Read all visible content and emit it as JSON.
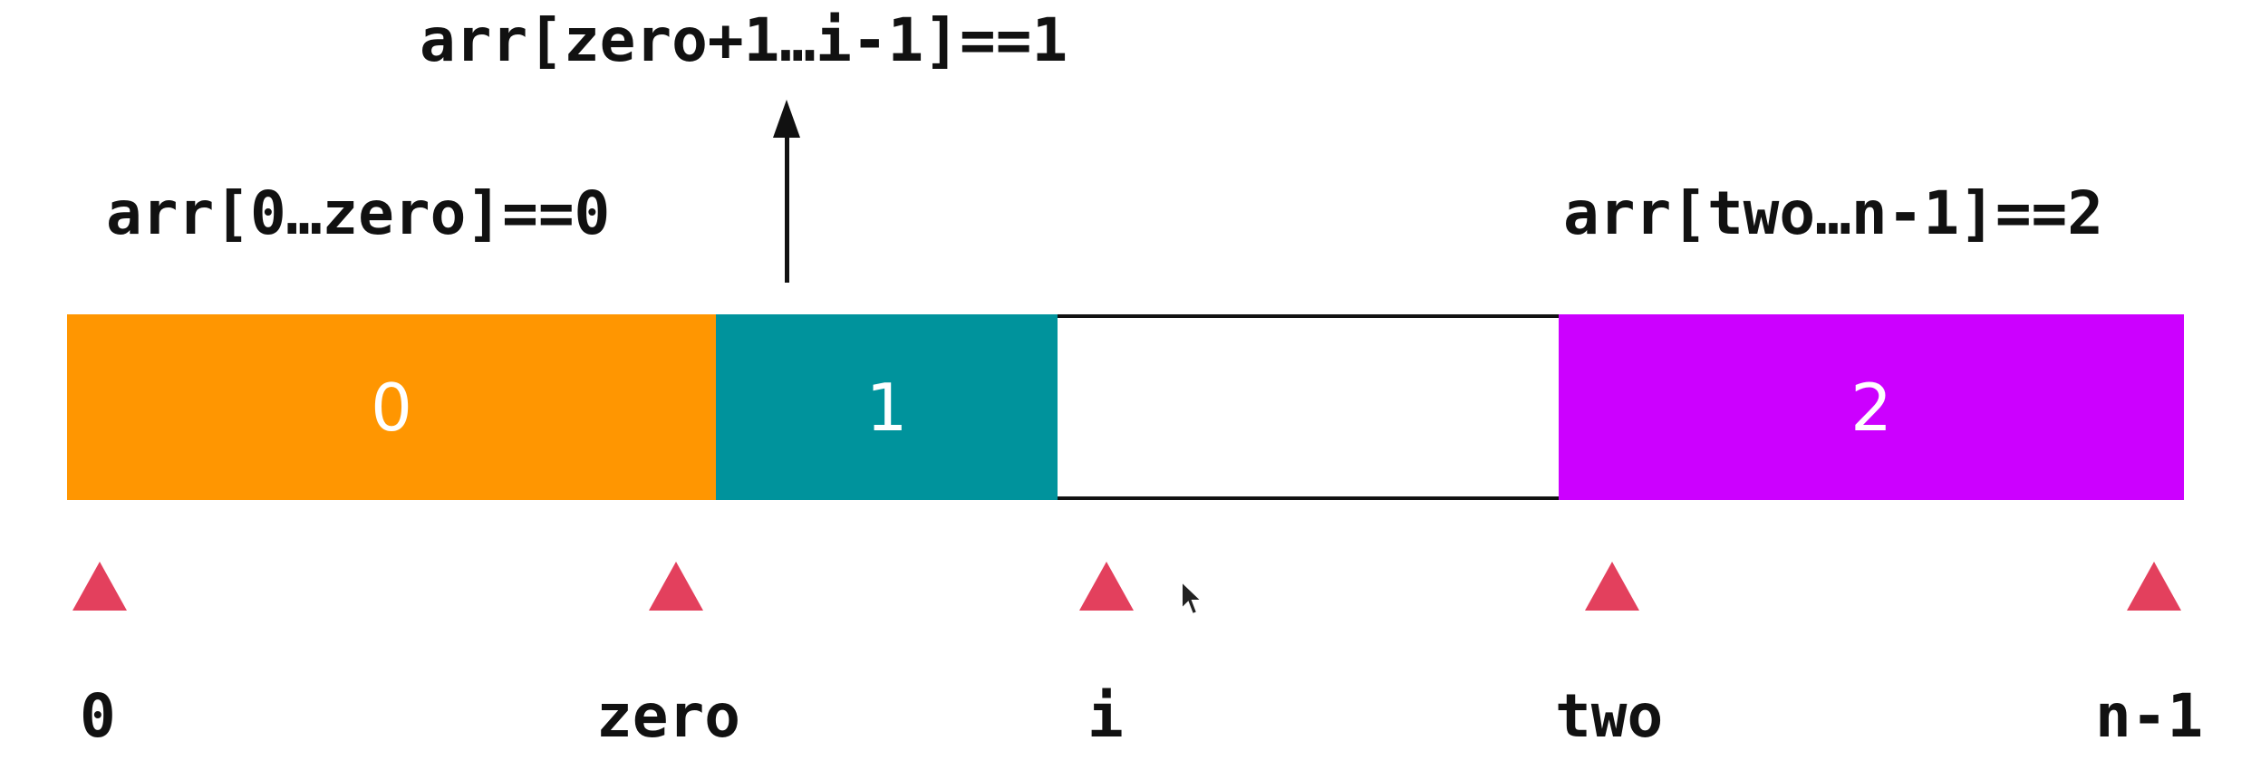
{
  "annotations": {
    "ones_range": "arr[zero+1…i-1]==1",
    "zeros_range": "arr[0…zero]==0",
    "twos_range": "arr[two…n-1]==2"
  },
  "segments": [
    {
      "label": "0",
      "color": "#ff9601"
    },
    {
      "label": "1",
      "color": "#00939c"
    },
    {
      "label": "",
      "color": "#ffffff"
    },
    {
      "label": "2",
      "color": "#cc00ff"
    }
  ],
  "pointers": [
    {
      "label": "0",
      "color": "#e3405d"
    },
    {
      "label": "zero",
      "color": "#e3405d"
    },
    {
      "label": "i",
      "color": "#e3405d"
    },
    {
      "label": "two",
      "color": "#e3405d"
    },
    {
      "label": "n-1",
      "color": "#e3405d"
    }
  ]
}
